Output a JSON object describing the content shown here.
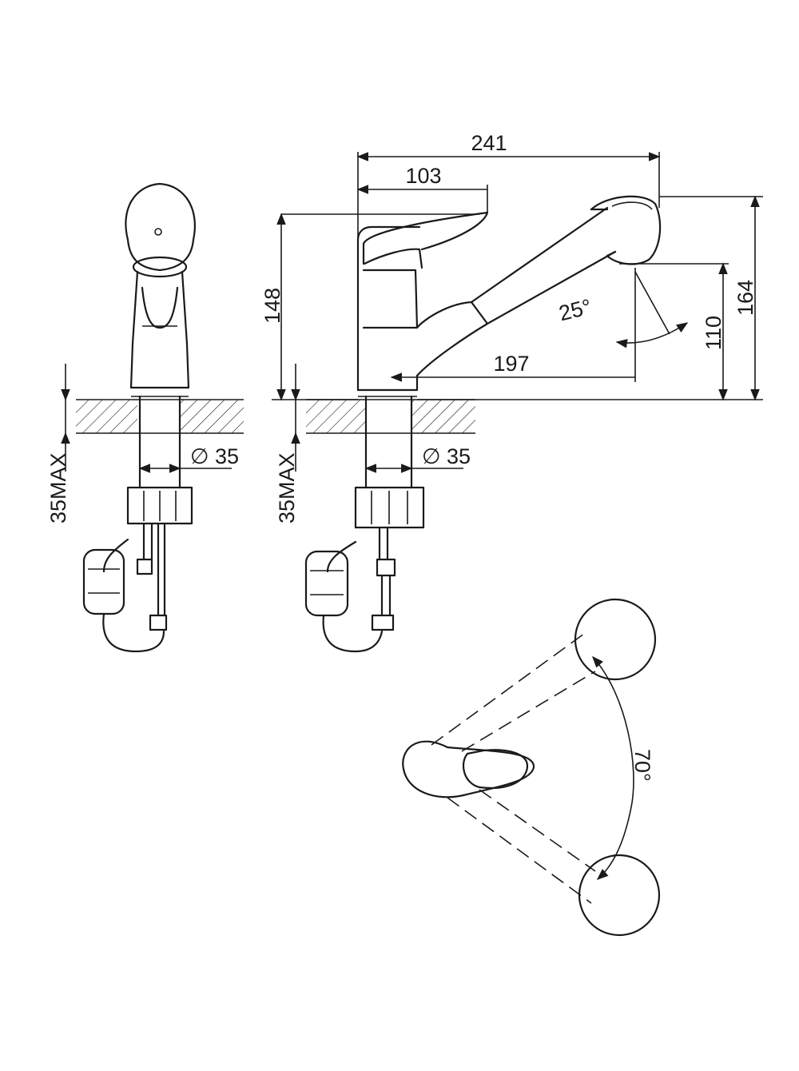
{
  "dimensions": {
    "width_total": "241",
    "handle_reach": "103",
    "height_handle": "148",
    "height_outlet": "164",
    "height_spout_tip": "110",
    "spout_reach": "197",
    "spray_angle": "25°",
    "base_diameter_front": "∅ 35",
    "base_diameter_side": "∅ 35",
    "counter_max_front": "35MAX",
    "counter_max_side": "35MAX",
    "lever_rotation": "70°"
  },
  "colors": {
    "line": "#1a1a1a",
    "background": "#ffffff"
  }
}
